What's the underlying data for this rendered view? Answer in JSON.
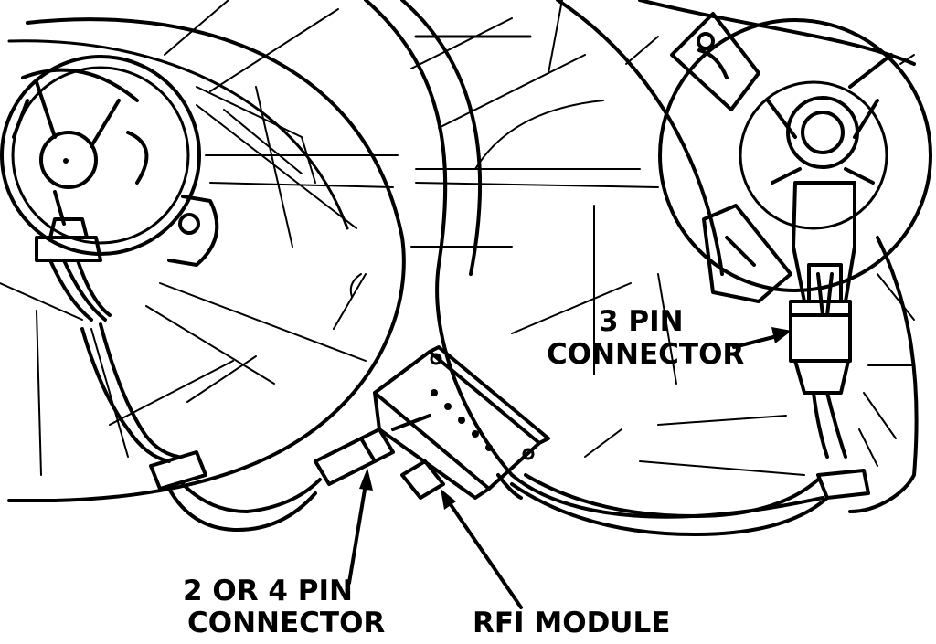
{
  "labels": {
    "three_pin_line1": "3 PIN",
    "three_pin_line2": "CONNECTOR",
    "two_or_four_line1": "2 OR 4 PIN",
    "two_or_four_line2": "CONNECTOR",
    "rfi_module": "RFI MODULE"
  },
  "colors": {
    "ink": "#000000",
    "paper": "#ffffff"
  }
}
